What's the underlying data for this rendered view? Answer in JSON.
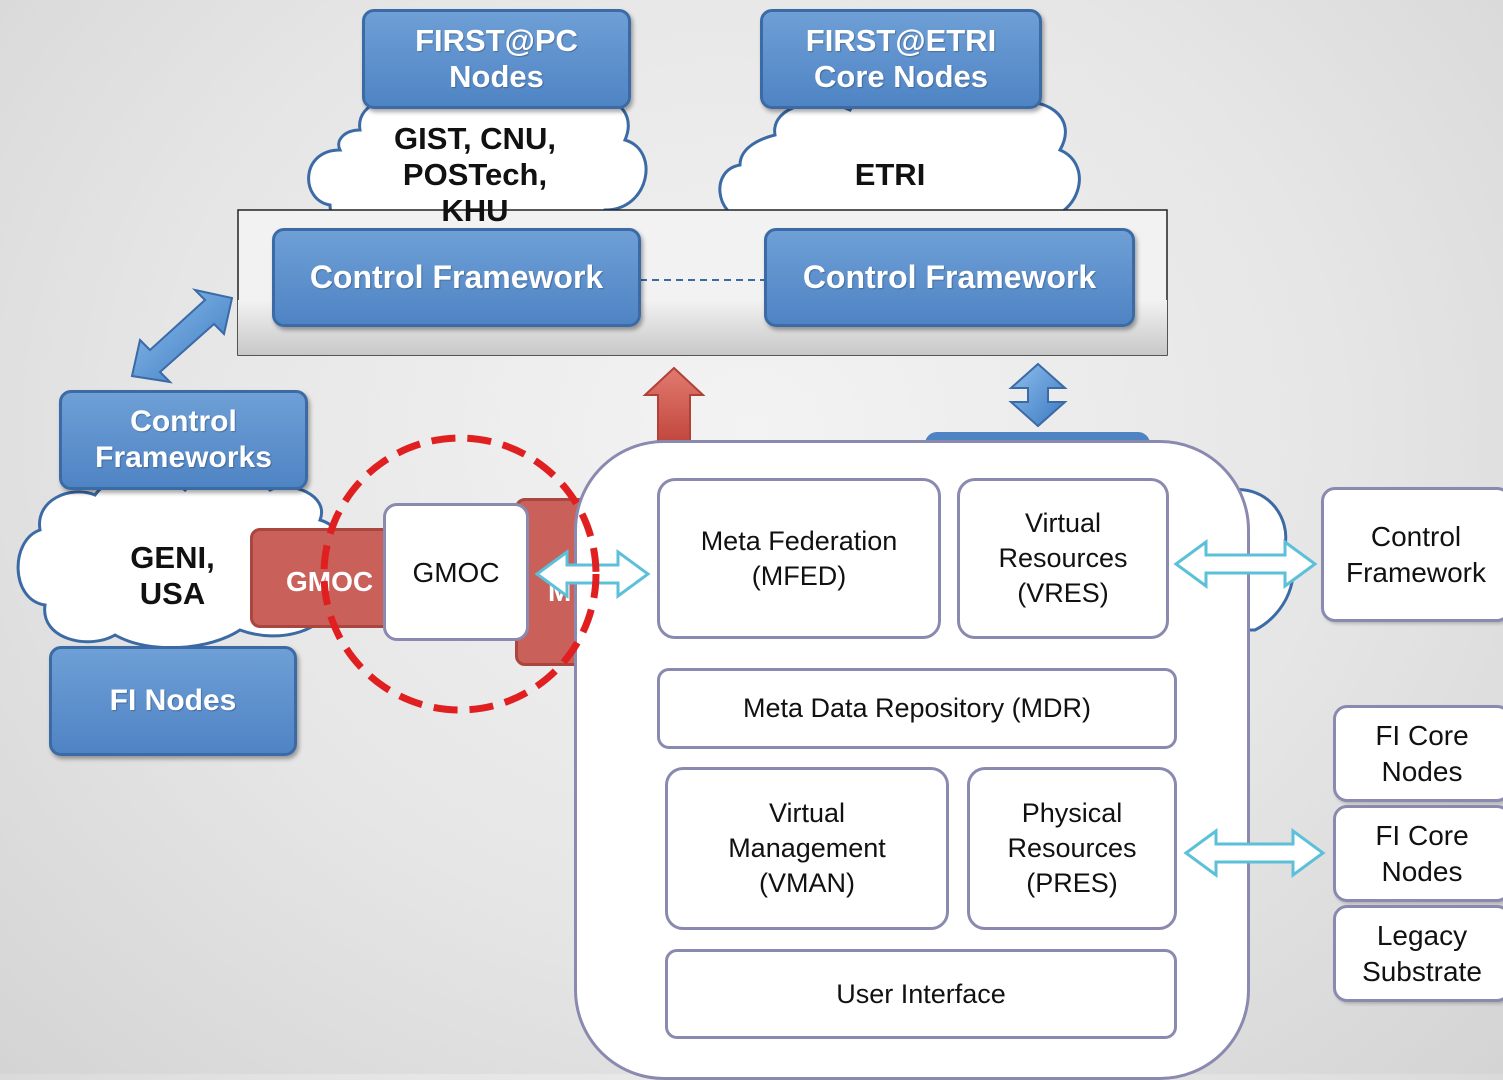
{
  "top": {
    "first_pc": "FIRST@PC\nNodes",
    "first_etri": "FIRST@ETRI\nCore Nodes",
    "cloud_left": "GIST, CNU,\nPOSTech,\nKHU",
    "cloud_right": "ETRI",
    "cf_left": "Control Framework",
    "cf_right": "Control Framework"
  },
  "left": {
    "control_frameworks": "Control\nFrameworks",
    "geni": "GENI,\nUSA",
    "gmoc_red": "GMOC",
    "gmoc": "GMOC",
    "m_partial": "M",
    "fi_nodes": "FI Nodes"
  },
  "main": {
    "mfed": "Meta Federation\n(MFED)",
    "vres": "Virtual\nResources\n(VRES)",
    "mdr": "Meta Data Repository (MDR)",
    "vman": "Virtual\nManagement\n(VMAN)",
    "pres": "Physical\nResources\n(PRES)",
    "ui": "User Interface"
  },
  "right": {
    "control_framework": "Control\nFramework",
    "fi_core_1": "FI Core\nNodes",
    "fi_core_2": "FI Core\nNodes",
    "legacy": "Legacy\nSubstrate"
  },
  "colors": {
    "blue": "#4f84c4",
    "red": "#c9605a",
    "highlight_circle": "#e02020",
    "cyan_arrow": "#5bc0d8"
  }
}
